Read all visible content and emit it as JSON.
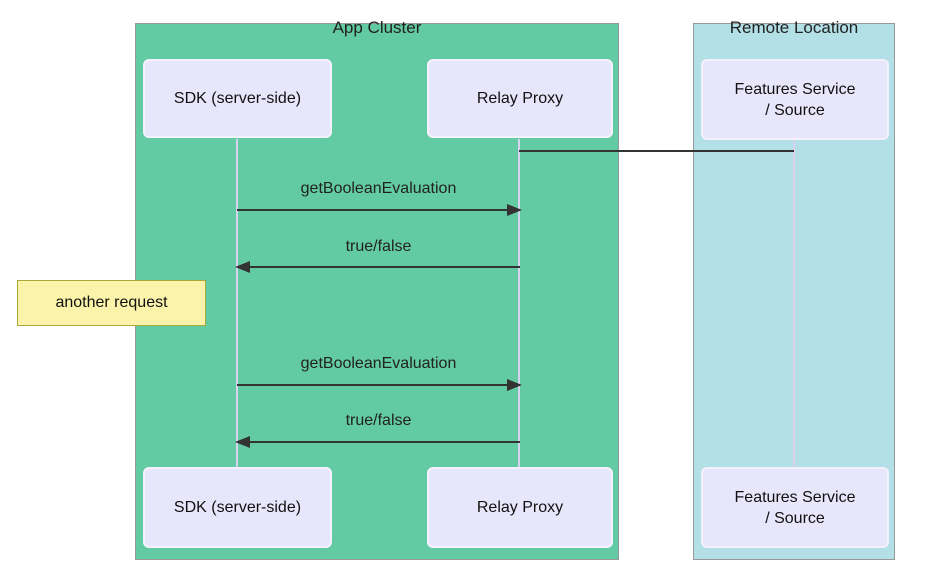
{
  "clusters": [
    {
      "label": "App Cluster"
    },
    {
      "label": "Remote Location"
    }
  ],
  "actors": [
    {
      "label": "SDK (server-side)"
    },
    {
      "label": "Relay Proxy"
    },
    {
      "label_lines": [
        "Features Service",
        "/ Source"
      ]
    }
  ],
  "messages": [
    {
      "label": "getBooleanEvaluation",
      "direction": "right",
      "from": "SDK (server-side)",
      "to": "Relay Proxy"
    },
    {
      "label": "true/false",
      "direction": "left",
      "from": "Relay Proxy",
      "to": "SDK (server-side)"
    },
    {
      "label": "getBooleanEvaluation",
      "direction": "right",
      "from": "SDK (server-side)",
      "to": "Relay Proxy"
    },
    {
      "label": "true/false",
      "direction": "left",
      "from": "Relay Proxy",
      "to": "SDK (server-side)"
    }
  ],
  "note": {
    "text": "another request"
  },
  "colors": {
    "cluster_green": "#63cba3",
    "cluster_cyan": "#b2e0e6",
    "cluster_border": "#999999",
    "actor_fill": "#e8e6fa",
    "actor_border": "#f3f1fc",
    "lifeline": "#d8d2f0",
    "note_fill": "#fbf3a9",
    "note_border": "#a9a93a",
    "line": "#333333",
    "text": "#222222"
  }
}
